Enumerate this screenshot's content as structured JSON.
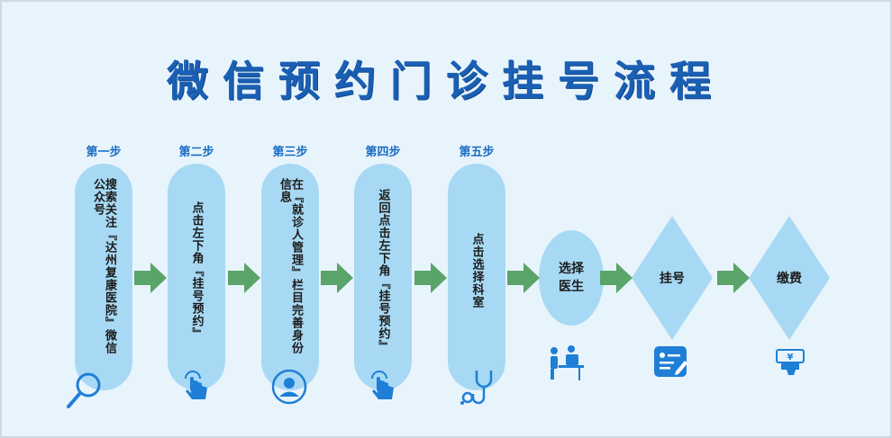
{
  "title": "微信预约门诊挂号流程",
  "steps": [
    {
      "label": "第一步",
      "text": "搜索关注『达州复康医院』微信公众号",
      "icon": "magnifier-icon"
    },
    {
      "label": "第二步",
      "text": "点击左下角『挂号预约』",
      "icon": "tap-hand-icon"
    },
    {
      "label": "第三步",
      "text": "在『就诊人管理』栏目完善身份信息",
      "icon": "person-icon"
    },
    {
      "label": "第四步",
      "text": "返回点击左下角『挂号预约』",
      "icon": "tap-hand-icon"
    },
    {
      "label": "第五步",
      "text": "点击选择科室",
      "icon": "stethoscope-icon"
    }
  ],
  "stages": [
    {
      "text": "选择医生",
      "icon": "doctor-consult-icon"
    },
    {
      "text": "挂号",
      "icon": "register-form-icon"
    },
    {
      "text": "缴费",
      "icon": "payment-hand-icon"
    }
  ],
  "colors": {
    "background": "#e8f4fb",
    "shape_fill": "#a8d9f4",
    "title": "#1a5fb4",
    "arrow": "#5aa46a",
    "icon_blue": "#1f7fd6"
  }
}
